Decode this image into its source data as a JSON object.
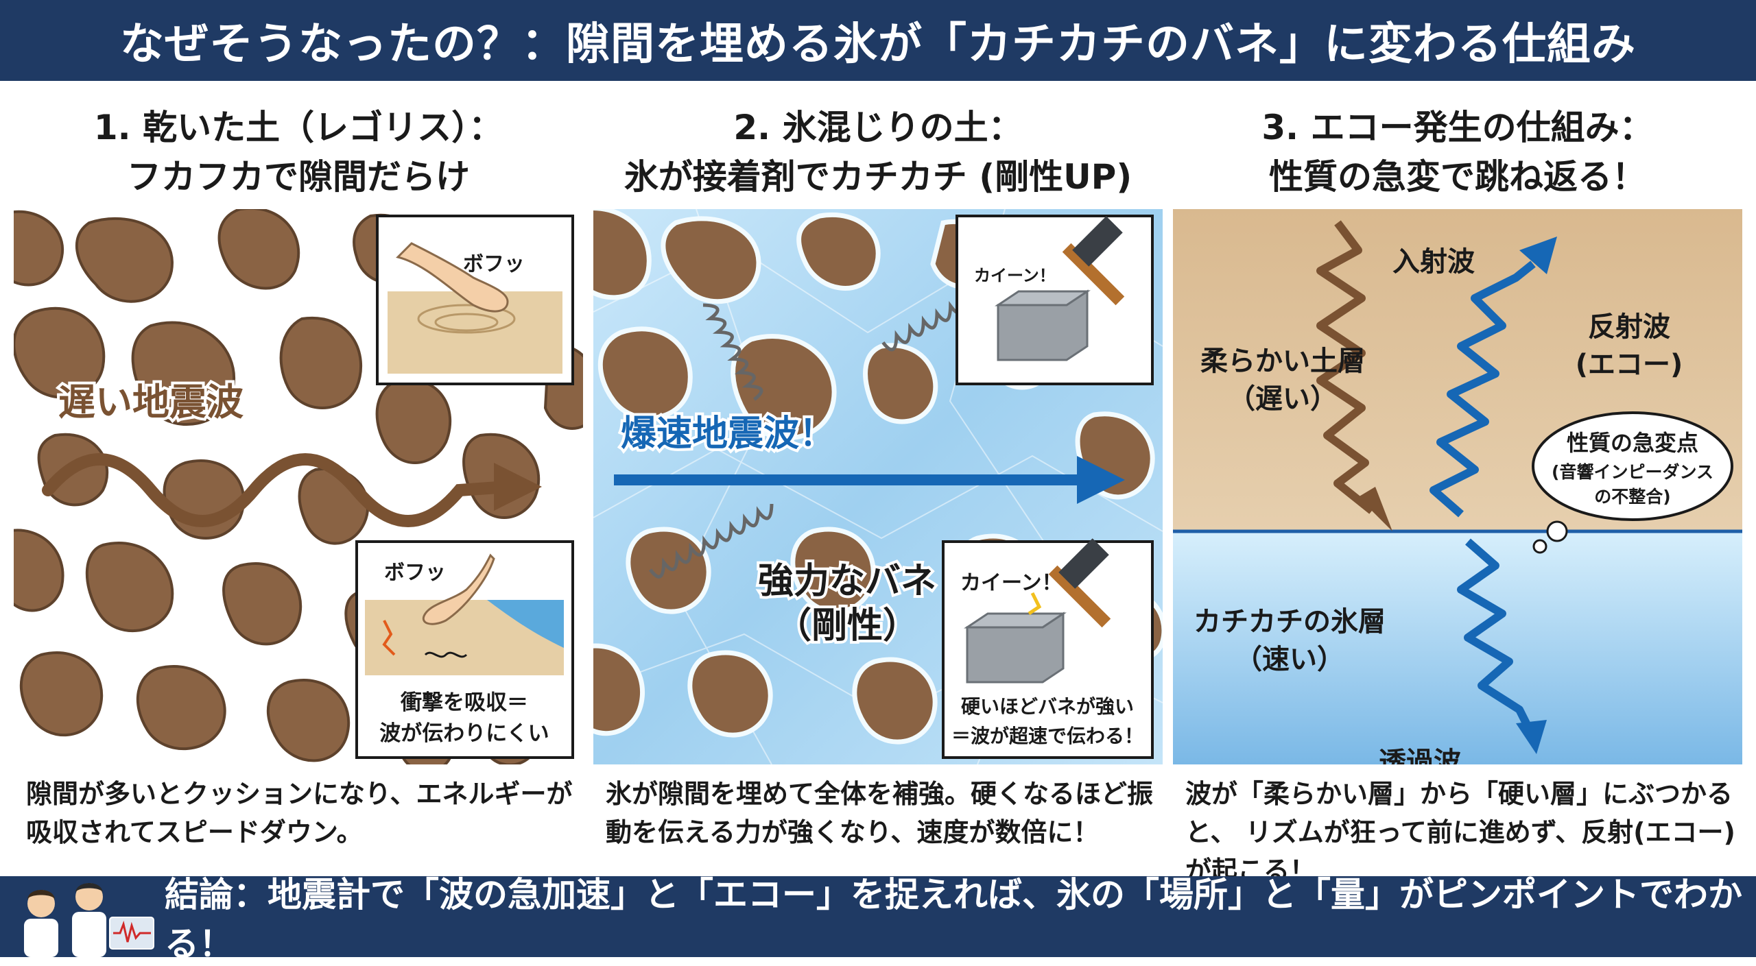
{
  "title": "なぜそうなったの？：隙間を埋める氷が「カチカチのバネ」に変わる仕組み",
  "panels": [
    {
      "heading_line1": "1. 乾いた土（レゴリス）：",
      "heading_line2": "フカフカで隙間だらけ",
      "wave_label": "遅い地震波",
      "inset_top_sound": "ボフッ",
      "inset_bottom_sound": "ボフッ",
      "inset_bottom_caption_line1": "衝撃を吸収＝",
      "inset_bottom_caption_line2": "波が伝わりにくい",
      "caption": "隙間が多いとクッションになり、エネルギーが吸収されてスピードダウン。"
    },
    {
      "heading_line1": "2. 氷混じりの土：",
      "heading_line2": "氷が接着剤でカチカチ (剛性UP)",
      "wave_label": "爆速地震波！",
      "spring_label_line1": "強力なバネ",
      "spring_label_line2": "（剛性）",
      "inset_top_sound": "カイーン！",
      "inset_bottom_sound": "カイーン！",
      "inset_bottom_caption_line1": "硬いほどバネが強い",
      "inset_bottom_caption_line2": "＝波が超速で伝わる！",
      "caption": "氷が隙間を埋めて全体を補強。硬くなるほど振動を伝える力が強くなり、速度が数倍に！"
    },
    {
      "heading_line1": "3. エコー発生の仕組み：",
      "heading_line2": "性質の急変で跳ね返る！",
      "incident_label": "入射波",
      "reflected_label_line1": "反射波",
      "reflected_label_line2": "(エコー)",
      "soft_layer_line1": "柔らかい土層",
      "soft_layer_line2": "（遅い）",
      "hard_layer_line1": "カチカチの氷層",
      "hard_layer_line2": "（速い）",
      "transmitted_label": "透過波",
      "bubble_line1": "性質の急変点",
      "bubble_line2": "(音響インピーダンス",
      "bubble_line3": "の不整合)",
      "caption": "波が「柔らかい層」から「硬い層」にぶつかると、 リズムが狂って前に進めず、反射(エコー)が起こる！"
    }
  ],
  "conclusion": "結論：地震計で「波の急加速」と「エコー」を捉えれば、氷の「場所」と「量」がピンポイントでわかる！",
  "colors": {
    "header_bg": "#1f3a64",
    "soil_brown": "#8a6344",
    "wave_brown": "#7a5232",
    "ice_blue": "#a9d6f2",
    "arrow_blue": "#1667b5"
  }
}
